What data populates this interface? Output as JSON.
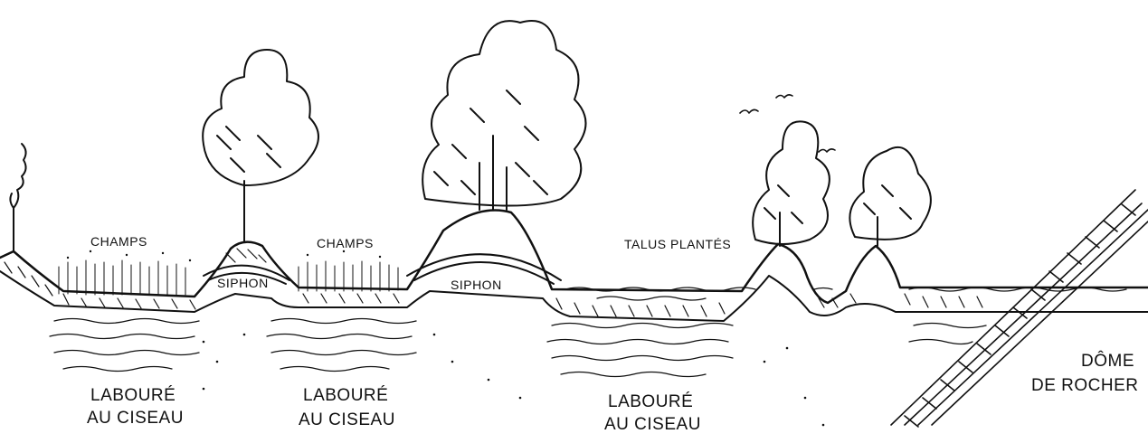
{
  "labels": {
    "champs_1": "CHAMPS",
    "champs_2": "CHAMPS",
    "siphon_1": "SIPHON",
    "siphon_2": "SIPHON",
    "talus": "TALUS PLANTÉS",
    "laboure_1_line1": "LABOURÉ",
    "laboure_1_line2": "AU CISEAU",
    "laboure_2_line1": "LABOURÉ",
    "laboure_2_line2": "AU CISEAU",
    "laboure_3_line1": "LABOURÉ",
    "laboure_3_line2": "AU CISEAU",
    "dome_line1": "DÔME",
    "dome_line2": "DE ROCHER"
  },
  "colors": {
    "ink": "#111111",
    "paper": "#ffffff"
  }
}
